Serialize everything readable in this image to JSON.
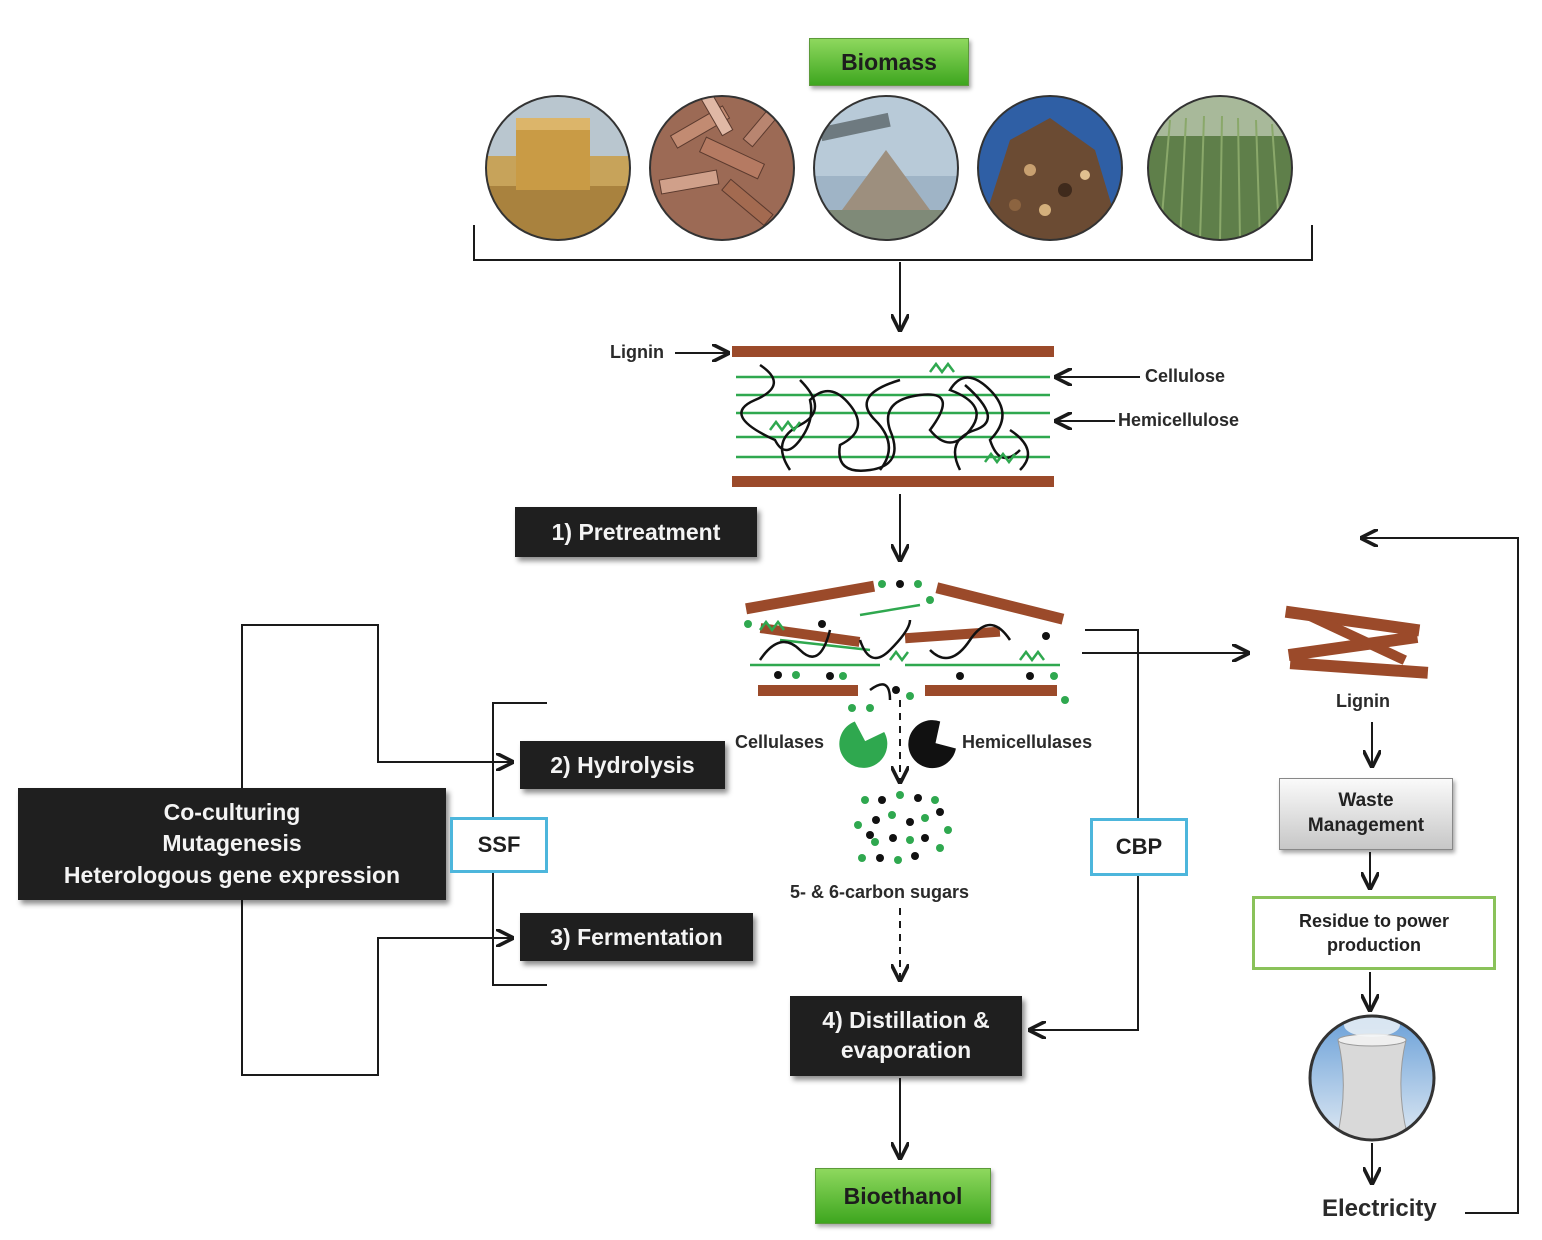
{
  "nodes": {
    "biomass": "Biomass",
    "pretreatment": "1) Pretreatment",
    "hydrolysis": "2) Hydrolysis",
    "fermentation": "3) Fermentation",
    "distillation": "4) Distillation &\nevaporation",
    "bioethanol": "Bioethanol",
    "strategies": "Co-culturing\nMutagenesis\nHeterologous gene expression",
    "ssf": "SSF",
    "cbp": "CBP",
    "waste_management": "Waste\nManagement",
    "residue_power": "Residue to power\nproduction",
    "electricity": "Electricity"
  },
  "labels": {
    "lignin_top": "Lignin",
    "cellulose": "Cellulose",
    "hemicellulose": "Hemicellulose",
    "cellulases": "Cellulases",
    "hemicellulases": "Hemicellulases",
    "sugars": "5- & 6-carbon sugars",
    "lignin_right": "Lignin"
  },
  "colors": {
    "lignin": "#9b4a2a",
    "cellulose": "#2fa84f",
    "dark": "#1f1f1f",
    "accent_blue": "#4db6dc"
  }
}
